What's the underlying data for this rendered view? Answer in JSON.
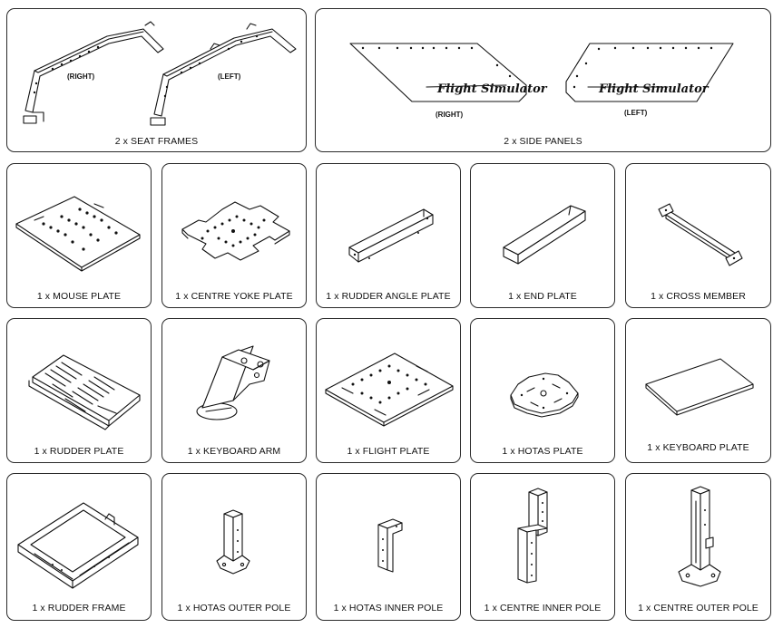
{
  "parts": {
    "seat_frames": {
      "caption": "2 x SEAT FRAMES",
      "right": "(RIGHT)",
      "left": "(LEFT)"
    },
    "side_panels": {
      "caption": "2 x SIDE PANELS",
      "right": "(RIGHT)",
      "left": "(LEFT)",
      "logo_text": "Flight Simulator"
    },
    "mouse_plate": {
      "caption": "1 x MOUSE PLATE"
    },
    "centre_yoke_plate": {
      "caption": "1 x CENTRE YOKE PLATE"
    },
    "rudder_angle_plate": {
      "caption": "1 x RUDDER ANGLE PLATE"
    },
    "end_plate": {
      "caption": "1 x END PLATE"
    },
    "cross_member": {
      "caption": "1 x CROSS MEMBER"
    },
    "rudder_plate": {
      "caption": "1 x RUDDER PLATE"
    },
    "keyboard_arm": {
      "caption": "1 x KEYBOARD ARM"
    },
    "flight_plate": {
      "caption": "1 x FLIGHT PLATE"
    },
    "hotas_plate": {
      "caption": "1 x HOTAS PLATE"
    },
    "keyboard_plate": {
      "caption": "1 x KEYBOARD PLATE"
    },
    "rudder_frame": {
      "caption": "1 x RUDDER FRAME"
    },
    "hotas_outer_pole": {
      "caption": "1 x HOTAS OUTER POLE"
    },
    "hotas_inner_pole": {
      "caption": "1 x HOTAS INNER POLE"
    },
    "centre_inner_pole": {
      "caption": "1 x CENTRE INNER POLE"
    },
    "centre_outer_pole": {
      "caption": "1 x CENTRE OUTER POLE"
    }
  }
}
